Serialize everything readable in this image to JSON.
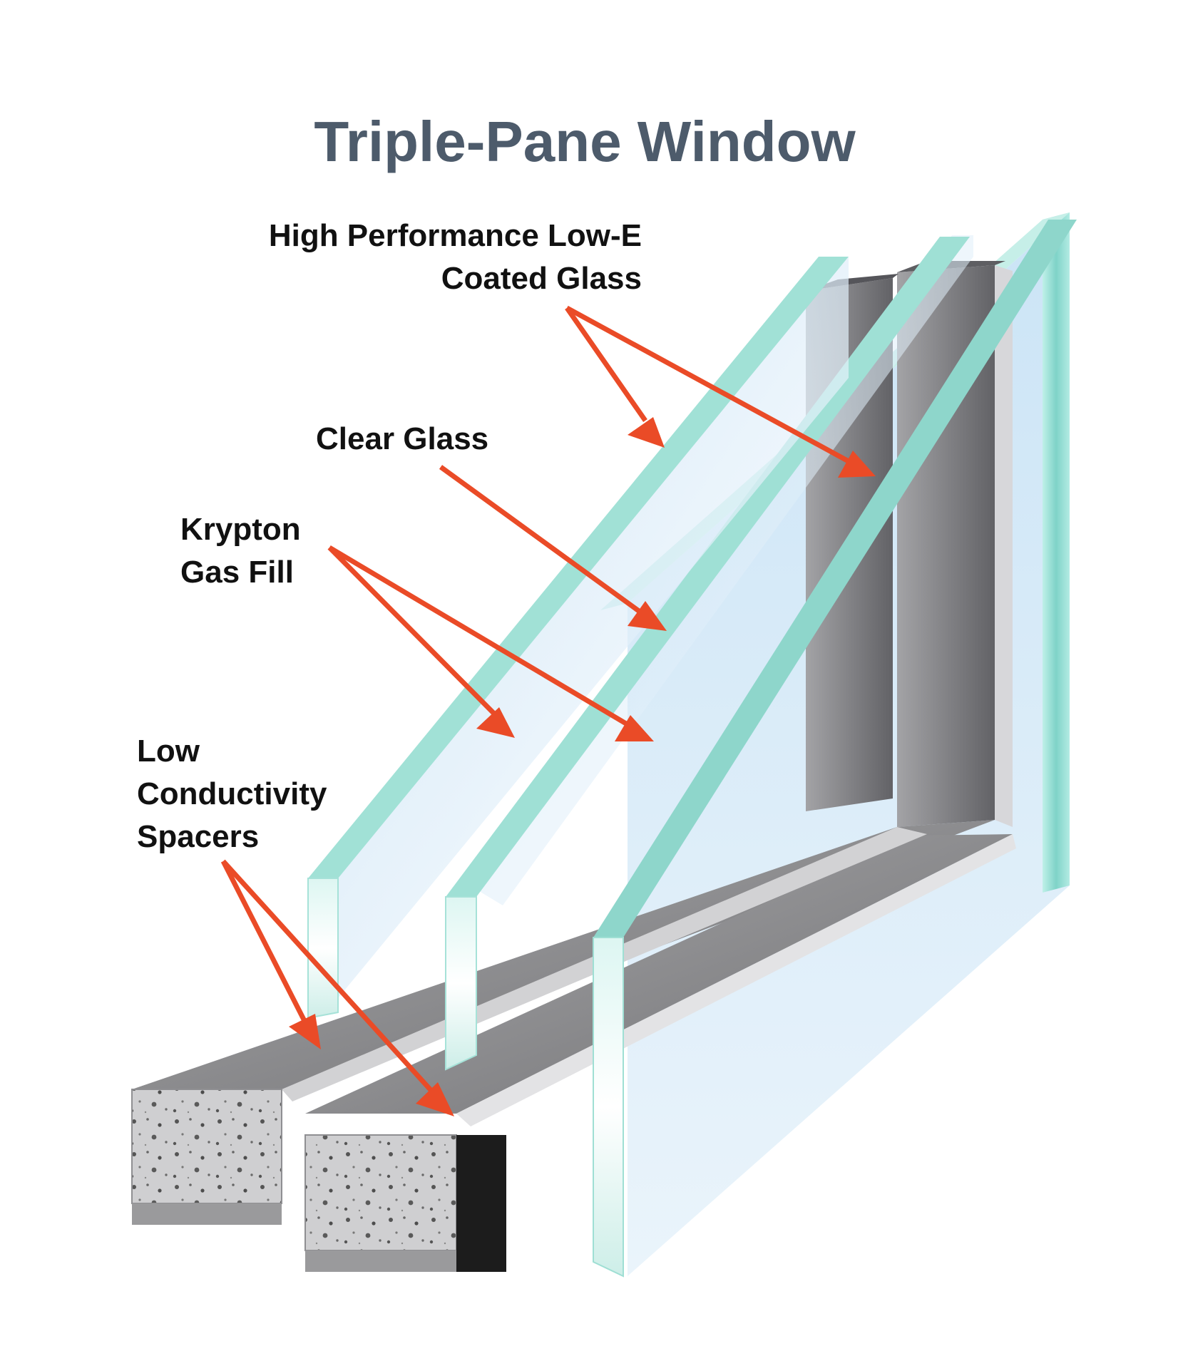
{
  "title": "Triple-Pane Window",
  "labels": {
    "low_e": [
      "High Performance Low-E",
      "Coated Glass"
    ],
    "clear_glass": [
      "Clear Glass"
    ],
    "krypton": [
      "Krypton",
      "Gas Fill"
    ],
    "spacers": [
      "Low",
      "Conductivity",
      "Spacers"
    ]
  },
  "colors": {
    "title": "#4d5b6b",
    "arrow": "#ea4b27",
    "glass_edge": "#8fd9cf",
    "glass_face": "#cfe6f5",
    "spacer": "#858585"
  }
}
